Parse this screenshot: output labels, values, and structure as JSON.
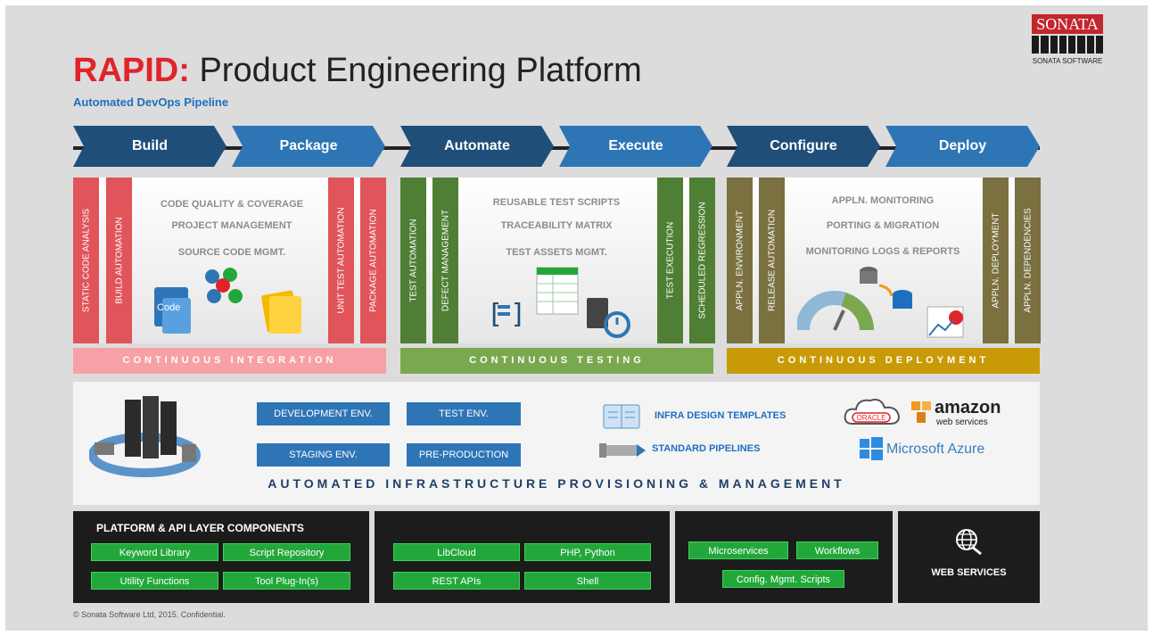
{
  "header": {
    "title_rapid": "RAPID:",
    "title_rest": " Product Engineering Platform",
    "subtitle": "Automated DevOps Pipeline"
  },
  "logo": {
    "name": "SONATA",
    "caption": "SONATA SOFTWARE"
  },
  "stages": [
    "Build",
    "Package",
    "Automate",
    "Execute",
    "Configure",
    "Deploy"
  ],
  "ci": {
    "bars_left": [
      "STATIC CODE ANALYSIS",
      "BUILD AUTOMATION"
    ],
    "bars_right": [
      "UNIT TEST AUTOMATION",
      "PACKAGE AUTOMATION"
    ],
    "items": [
      "CODE QUALITY & COVERAGE",
      "PROJECT MANAGEMENT",
      "SOURCE CODE MGMT."
    ],
    "band": "CONTINUOUS INTEGRATION",
    "icon_code": "Code"
  },
  "ct": {
    "bars_left": [
      "TEST AUTOMATION",
      "DEFECT MANAGEMENT"
    ],
    "bars_right": [
      "TEST EXECUTION",
      "SCHEDULED REGRESSION"
    ],
    "items": [
      "REUSABLE TEST SCRIPTS",
      "TRACEABILITY MATRIX",
      "TEST ASSETS MGMT."
    ],
    "band": "CONTINUOUS TESTING"
  },
  "cd": {
    "bars_left": [
      "APPLN. ENVIRONMENT",
      "RELEASE AUTOMATION"
    ],
    "bars_right": [
      "APPLN. DEPLOYMENT",
      "APPLN. DEPENDENCIES"
    ],
    "items": [
      "APPLN. MONITORING",
      "PORTING & MIGRATION",
      "MONITORING LOGS & REPORTS"
    ],
    "band": "CONTINUOUS DEPLOYMENT"
  },
  "infra": {
    "envs": [
      "DEVELOPMENT ENV.",
      "TEST ENV.",
      "STAGING ENV.",
      "PRE-PRODUCTION"
    ],
    "templates": "INFRA DESIGN TEMPLATES",
    "pipelines": "STANDARD PIPELINES",
    "oracle": "ORACLE",
    "amazon": "amazon",
    "amazon_sub": "web services",
    "azure": "Microsoft Azure",
    "title": "AUTOMATED INFRASTRUCTURE PROVISIONING & MANAGEMENT"
  },
  "platform": {
    "title": "PLATFORM & API LAYER COMPONENTS",
    "group1": [
      "Keyword Library",
      "Script Repository",
      "Utility Functions",
      "Tool Plug-In(s)"
    ],
    "group2": [
      "LibCloud",
      "PHP, Python",
      "REST APIs",
      "Shell"
    ],
    "group3": [
      "Microservices",
      "Workflows",
      "Config. Mgmt. Scripts"
    ],
    "web_services": "WEB SERVICES"
  },
  "footer": {
    "copyright": "© Sonata Software Ltd, 2015. Confidential."
  },
  "colors": {
    "red": "#e2232a",
    "blue": "#1f6fc0",
    "navy": "#1f4e79",
    "green": "#22a83a"
  }
}
